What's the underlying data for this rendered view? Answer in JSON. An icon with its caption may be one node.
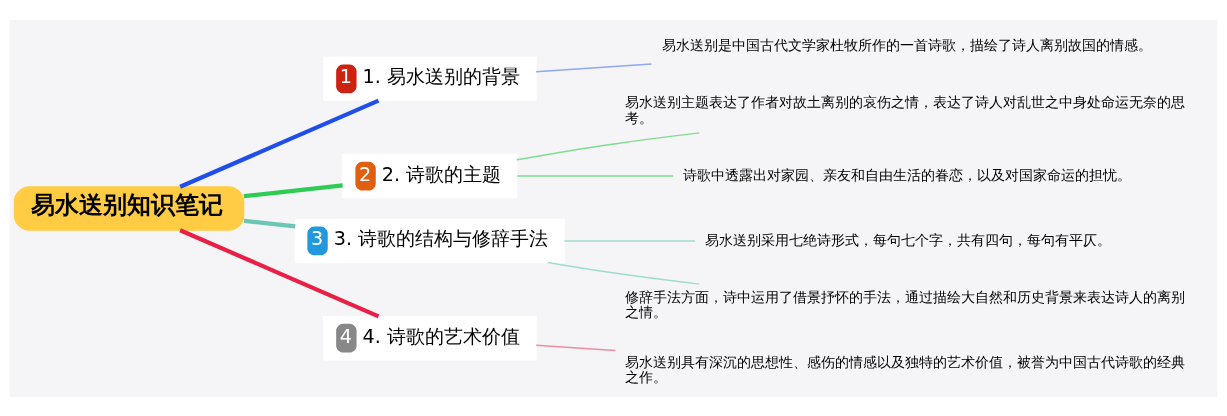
{
  "diagram": {
    "nodes": [
      {
        "text": [
          "易水送别知识笔记"
        ]
      },
      {
        "text": [
          "1",
          "1. 易水送别的背景"
        ]
      },
      {
        "text": [
          "易水送别是中国古代文学家杜牧所作的一首诗歌，描绘了诗人离别故国的情感。"
        ]
      },
      {
        "text": [
          "2",
          "2. 诗歌的主题"
        ]
      },
      {
        "text": [
          "易水送别主题表达了作者对故土离别的哀伤之情，表达了诗人对乱世之中身处命运无奈的思考。"
        ]
      },
      {
        "text": [
          "诗歌中透露出对家园、亲友和自由生活的眷恋，以及对国家命运的担忧。"
        ]
      },
      {
        "text": [
          "3",
          "3. 诗歌的结构与修辞手法"
        ]
      },
      {
        "text": [
          "易水送别采用七绝诗形式，每句七个字，共有四句，每句有平仄。"
        ]
      },
      {
        "text": [
          "修辞手法方面，诗中运用了借景抒怀的手法，通过描绘大自然和历史背景来表达诗人的离别之情。"
        ]
      },
      {
        "text": [
          "4",
          "4. 诗歌的艺术价值"
        ]
      },
      {
        "text": [
          "易水送别具有深沉的思想性、感伤的情感以及独特的艺术价值，被誉为中国古代诗歌的经典之作。"
        ]
      }
    ],
    "edges": [
      {
        "from": 0,
        "to": 1,
        "arrow": "none",
        "style": "thick",
        "color": "#1f4fe8"
      },
      {
        "from": 1,
        "to": 2,
        "arrow": "none",
        "color": "#8fa8f0"
      },
      {
        "from": 0,
        "to": 3,
        "arrow": "none",
        "style": "thick",
        "color": "#2ecc55"
      },
      {
        "from": 3,
        "to": 4,
        "arrow": "none",
        "color": "#7fdc90"
      },
      {
        "from": 3,
        "to": 5,
        "arrow": "none",
        "color": "#7fdc90"
      },
      {
        "from": 0,
        "to": 6,
        "arrow": "none",
        "style": "thick",
        "color": "#6cc6b4"
      },
      {
        "from": 6,
        "to": 7,
        "arrow": "none",
        "color": "#9fdccf"
      },
      {
        "from": 6,
        "to": 8,
        "arrow": "none",
        "color": "#9fdccf"
      },
      {
        "from": 0,
        "to": 9,
        "arrow": "none",
        "style": "thick",
        "color": "#ea1f45"
      },
      {
        "from": 9,
        "to": 10,
        "arrow": "none",
        "color": "#f08ca0"
      }
    ]
  }
}
